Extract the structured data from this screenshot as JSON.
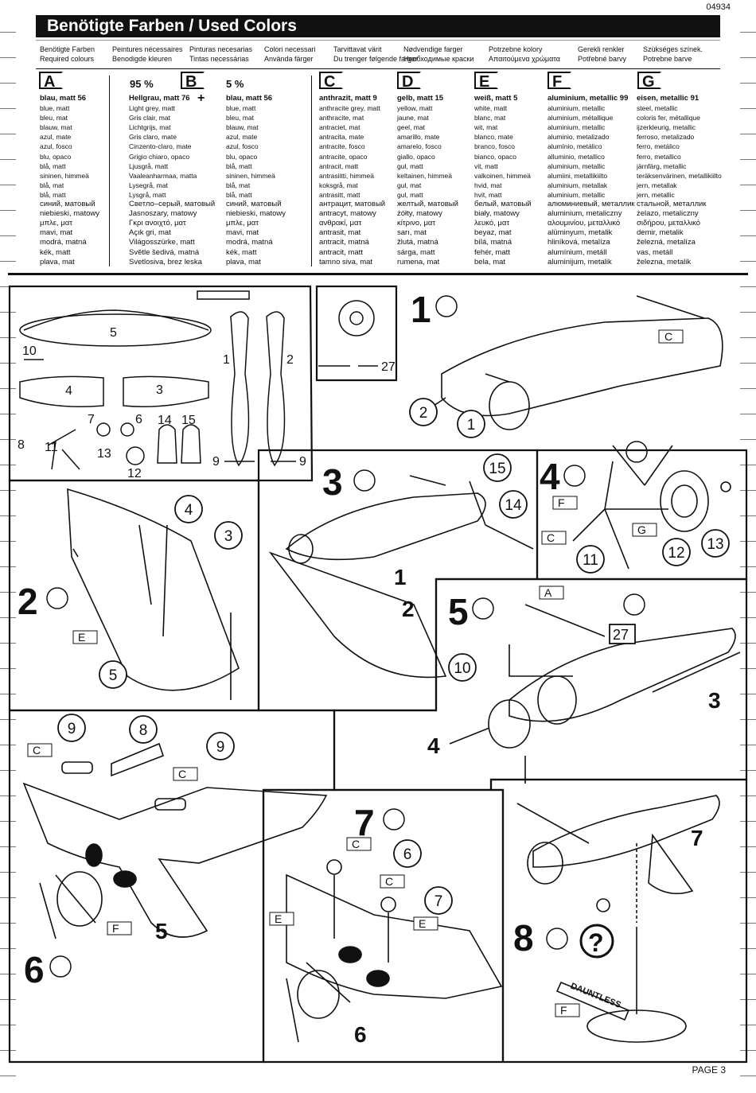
{
  "doc_number": "04934",
  "title": "Benötigte Farben / Used Colors",
  "languages": [
    {
      "a": "Benötigte Farben",
      "b": "Required colours"
    },
    {
      "a": "Peintures nécessaires",
      "b": "Benodigde kleuren"
    },
    {
      "a": "Pinturas necesarias",
      "b": "Tintas necessárias"
    },
    {
      "a": "Colori necessari",
      "b": "Använda färger"
    },
    {
      "a": "Tarvittavat värit",
      "b": "Du trenger følgende farger"
    },
    {
      "a": "Nødvendige farger",
      "b": "Необходимые краски"
    },
    {
      "a": "Potrzebne kolory",
      "b": "Απαιτούμενα χρώματα"
    },
    {
      "a": "Gerekli renkler",
      "b": "Potřebné barvy"
    },
    {
      "a": "Szükséges színek.",
      "b": "Potrebne barve"
    }
  ],
  "mix": {
    "a_pct": "95 %",
    "b_pct": "5 %",
    "plus": "+"
  },
  "colors": [
    {
      "letter": "A",
      "head": "blau, matt 56",
      "lines": [
        "blue, matt",
        "bleu, mat",
        "blauw, mat",
        "azul, mate",
        "azul, fosco",
        "blu, opaco",
        "blå, matt",
        "sininen, himmeä",
        "blå, mat",
        "blå, matt"
      ],
      "big": [
        "синий, матовый",
        "niebieski, matowy",
        "μπλε, ματ",
        "mavi, mat",
        "modrá, matná",
        "kék, matt",
        "plava, mat"
      ]
    },
    {
      "letter": "",
      "head": "Hellgrau, matt 76",
      "lines": [
        "Light grey, matt",
        "Gris clair, mat",
        "Lichtgrijs, mat",
        "Gris claro, mate",
        "Cinzento-claro, mate",
        "Grigio chiaro, opaco",
        "Ljusgrå, matt",
        "Vaaleanharmaa, matta",
        "Lysegrå, mat",
        "Lysgrå, matt"
      ],
      "big": [
        "Светло–серый, матовый",
        "Jasnoszary, matowy",
        "Γκρι ανοιχτό, ματ",
        "Açık gri, mat",
        "Világosszürke, matt",
        "Světle šedivá, matná",
        "Svetlosiva, brez leska"
      ]
    },
    {
      "letter": "B",
      "head": "blau, matt 56",
      "lines": [
        "blue, matt",
        "bleu, mat",
        "blauw, mat",
        "azul, mate",
        "azul, fosco",
        "blu, opaco",
        "blå, matt",
        "sininen, himmeä",
        "blå, mat",
        "blå, matt"
      ],
      "big": [
        "синий, матовый",
        "niebieski, matowy",
        "μπλε, ματ",
        "mavi, mat",
        "modrá, matná",
        "kék, matt",
        "plava, mat"
      ]
    },
    {
      "letter": "C",
      "head": "anthrazit, matt 9",
      "lines": [
        "anthracite grey, matt",
        "anthracite, mat",
        "antraciet, mat",
        "antracita, mate",
        "antracite, fosco",
        "antracite, opaco",
        "antracit, matt",
        "antrasiitti, himmeä",
        "koksgrå, mat",
        "antrasitt, matt"
      ],
      "big": [
        "антрацит, матовый",
        "antracyt, matowy",
        "ανθρακί, ματ",
        "antrasit, mat",
        "antracit, matná",
        "antracit, matt",
        "tamno siva, mat"
      ]
    },
    {
      "letter": "D",
      "head": "gelb, matt 15",
      "lines": [
        "yellow, matt",
        "jaune, mat",
        "geel, mat",
        "amarillo, mate",
        "amarelo, fosco",
        "giallo, opaco",
        "gul, matt",
        "keltainen, himmeä",
        "gul, mat",
        "gul, matt"
      ],
      "big": [
        "желтый, матовый",
        "żółty, matowy",
        "κίτρινο, ματ",
        "sarı, mat",
        "žlutá, matná",
        "sárga, matt",
        "rumena, mat"
      ]
    },
    {
      "letter": "E",
      "head": "weiß, matt 5",
      "lines": [
        "white, matt",
        "blanc, mat",
        "wit, mat",
        "blanco, mate",
        "branco, fosco",
        "bianco, opaco",
        "vit, matt",
        "valkoinen, himmeä",
        "hvid, mat",
        "hvit, matt"
      ],
      "big": [
        "белый, матовый",
        "biały, matowy",
        "λευκό, ματ",
        "beyaz, mat",
        "bílá, matná",
        "fehér, matt",
        "bela, mat"
      ]
    },
    {
      "letter": "F",
      "head": "aluminium, metallic 99",
      "lines": [
        "aluminium, metallic",
        "aluminium, métallique",
        "aluminium, metallic",
        "aluminio, metalizado",
        "alumínio, metálico",
        "alluminio, metallico",
        "aluminium, metallic",
        "alumiini, metallikiilto",
        "aluminium, metallak",
        "aluminium, metallic"
      ],
      "big": [
        "алюминиевый, металлик",
        "aluminium, metaliczny",
        "αλουμινίου, μεταλλικό",
        "alüminyum, metalik",
        "hliníková, metalíza",
        "alumínium, metáll",
        "aluminijum, metalik"
      ]
    },
    {
      "letter": "G",
      "head": "eisen, metallic 91",
      "lines": [
        "steel, metallic",
        "coloris fer, métallique",
        "ijzerkleurig, metallic",
        "ferroso, metalizado",
        "ferro, metálico",
        "ferro, metallico",
        "järnfärg, metallic",
        "teräksenvärinen, metallikiilto",
        "jern, metallak",
        "jern, metallic"
      ],
      "big": [
        "стальной, металлик",
        "żelazo, metaliczny",
        "σιδήρου, μεταλλικό",
        "demir, metalik",
        "železná, metalíza",
        "vas, metáll",
        "železna, metalik"
      ]
    }
  ],
  "steps": {
    "s1": "1",
    "s2": "2",
    "s3": "3",
    "s4": "4",
    "s5": "5",
    "s6": "6",
    "s7": "7",
    "s8": "8",
    "q": "?"
  },
  "parts": {
    "p1": "1",
    "p2": "2",
    "p3": "3",
    "p4": "4",
    "p5": "5",
    "p6": "6",
    "p7": "7",
    "p8": "8",
    "p9": "9",
    "p10": "10",
    "p11": "11",
    "p12": "12",
    "p13": "13",
    "p14": "14",
    "p15": "15",
    "p27": "27"
  },
  "paint_tags": {
    "A": "A",
    "C": "C",
    "D": "D",
    "E": "E",
    "F": "F",
    "G": "G"
  },
  "nameplate": "DAUNTLESS",
  "page_label": "PAGE 3"
}
